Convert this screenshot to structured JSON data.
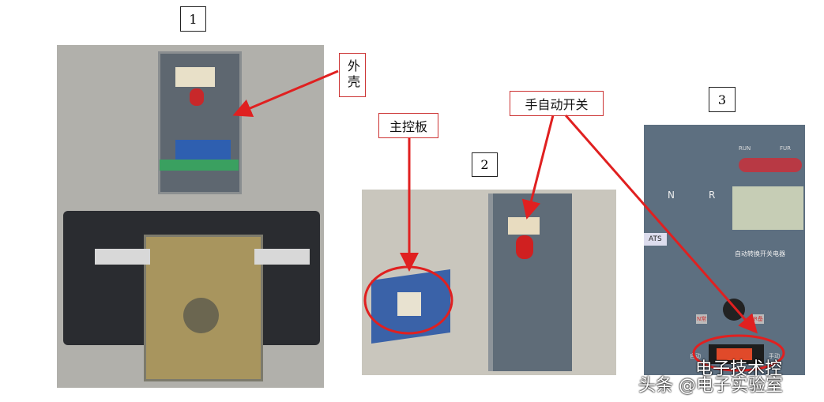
{
  "figure_labels": {
    "photo1": "1",
    "photo2": "2",
    "photo3": "3"
  },
  "callouts": {
    "shell": "外壳",
    "main_board": "主控板",
    "manual_auto_switch": "手自动开关"
  },
  "device": {
    "brand_leds": [
      "RUN",
      "FUR"
    ],
    "source_labels": [
      "N",
      "R"
    ],
    "model_tag": "ATS",
    "product_name": "自动转换开关电器",
    "selector_labels": [
      "N常",
      "R备"
    ],
    "switch_labels": [
      "自动",
      "手动"
    ]
  },
  "watermark": {
    "line1": "电子技术控",
    "line2": "头条 @电子实验室"
  },
  "colors": {
    "callout_red": "#e02020",
    "panel_gray": "#5d6f80",
    "photo_bg": "#a9a9a5"
  }
}
